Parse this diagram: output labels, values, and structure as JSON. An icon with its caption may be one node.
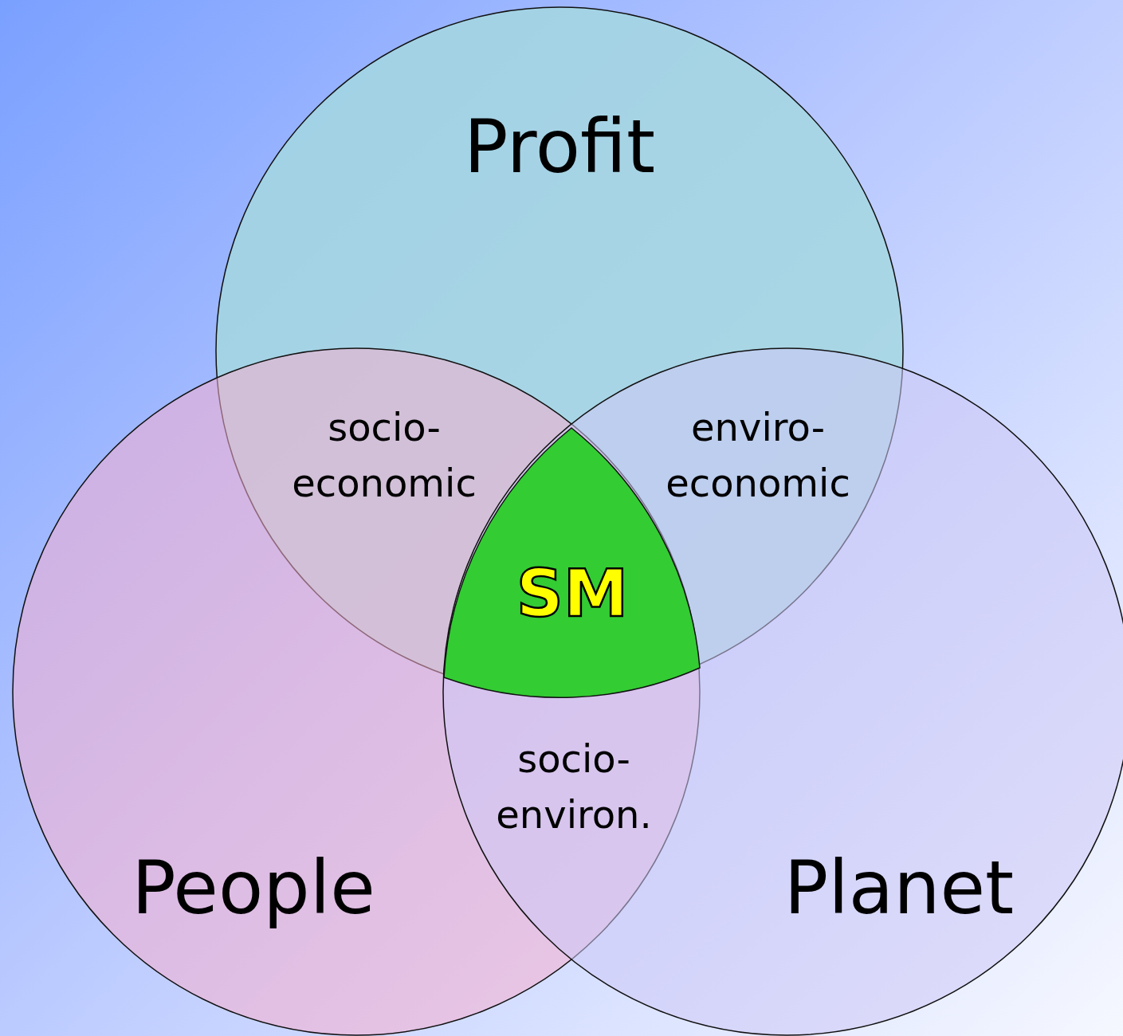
{
  "diagram": {
    "nodes": [
      {
        "text": [
          "Profit"
        ]
      },
      {
        "text": [
          "People"
        ]
      },
      {
        "text": [
          "Planet"
        ]
      },
      {
        "text": [
          "SM"
        ]
      }
    ],
    "edges": [],
    "labels": [
      "socio- economic",
      "enviro- economic",
      "socio- environ."
    ]
  }
}
